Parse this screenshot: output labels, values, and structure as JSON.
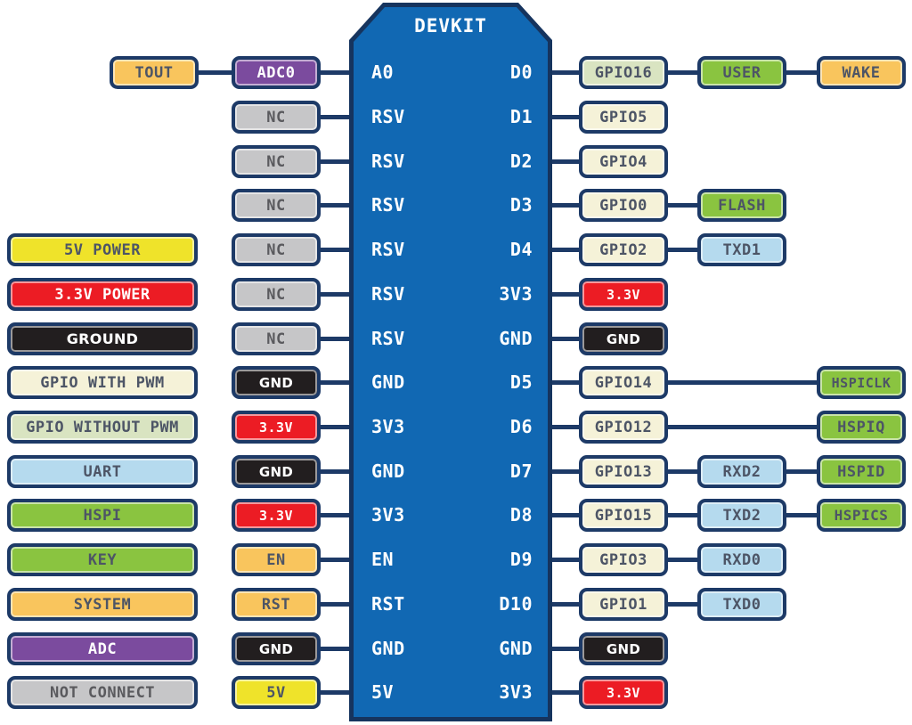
{
  "chip": {
    "title": "DEVKIT",
    "left_pins": [
      "A0",
      "RSV",
      "RSV",
      "RSV",
      "RSV",
      "RSV",
      "RSV",
      "GND",
      "3V3",
      "GND",
      "3V3",
      "EN",
      "RST",
      "GND",
      "5V"
    ],
    "right_pins": [
      "D0",
      "D1",
      "D2",
      "D3",
      "D4",
      "3V3",
      "GND",
      "D5",
      "D6",
      "D7",
      "D8",
      "D9",
      "D10",
      "GND",
      "3V3"
    ]
  },
  "legend": {
    "items": [
      {
        "label": "5V POWER",
        "type": "yellow"
      },
      {
        "label": "3.3V POWER",
        "type": "red"
      },
      {
        "label": "GROUND",
        "type": "black"
      },
      {
        "label": "GPIO WITH PWM",
        "type": "cream"
      },
      {
        "label": "GPIO WITHOUT PWM",
        "type": "palegreen"
      },
      {
        "label": "UART",
        "type": "lblue"
      },
      {
        "label": "HSPI",
        "type": "green"
      },
      {
        "label": "KEY",
        "type": "green"
      },
      {
        "label": "SYSTEM",
        "type": "orange"
      },
      {
        "label": "ADC",
        "type": "purple"
      },
      {
        "label": "NOT CONNECT",
        "type": "gray"
      }
    ]
  },
  "left_outer": {
    "tout": "TOUT"
  },
  "left_inner": [
    "ADC0",
    "NC",
    "NC",
    "NC",
    "NC",
    "NC",
    "NC",
    "GND",
    "3.3V",
    "GND",
    "3.3V",
    "EN",
    "RST",
    "GND",
    "5V"
  ],
  "right_inner": [
    "GPIO16",
    "GPIO5",
    "GPIO4",
    "GPIO0",
    "GPIO2",
    "3.3V",
    "GND",
    "GPIO14",
    "GPIO12",
    "GPIO13",
    "GPIO15",
    "GPIO3",
    "GPIO1",
    "GND",
    "3.3V"
  ],
  "mid_right": {
    "user": "USER",
    "flash": "FLASH",
    "txd1": "TXD1",
    "rxd2": "RXD2",
    "txd2": "TXD2",
    "rxd0": "RXD0",
    "txd0": "TXD0"
  },
  "far_right": {
    "wake": "WAKE",
    "hspiclk": "HSPICLK",
    "hspiq": "HSPIQ",
    "hspid": "HSPID",
    "hspics": "HSPICS"
  },
  "colors": {
    "chip_blue": "#1168b3",
    "border_navy": "#1d3a67",
    "yellow": "#efe32a",
    "red": "#ec1c24",
    "black": "#221e1f",
    "cream": "#f5f2d8",
    "pale_green": "#d9e4c1",
    "light_blue": "#b5daee",
    "green": "#8ac440",
    "orange": "#f9c55d",
    "purple": "#7b4b9e",
    "gray": "#c6c6c8",
    "text_dark": "#4d5566"
  }
}
